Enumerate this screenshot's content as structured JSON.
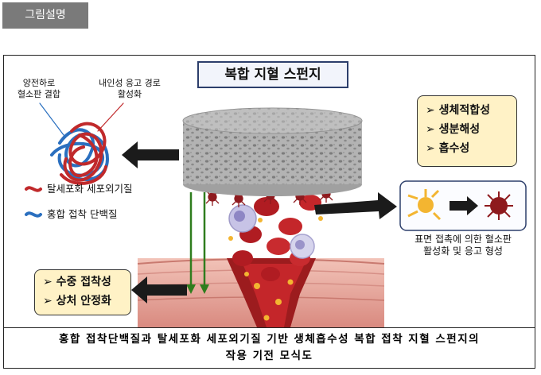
{
  "header": {
    "tag": "그림설명"
  },
  "figure": {
    "title": "복합 지혈 스펀지",
    "label_left_1": "양전하로\n혈소판 결합",
    "label_left_2": "내인성 응고 경로\n활성화",
    "legend_1": "탈세포화 세포외기질",
    "legend_2": "홍합 접착 단백질",
    "properties_right": [
      "➢ 생체적합성",
      "➢ 생분해성",
      "➢ 흡수성"
    ],
    "properties_left": [
      "➢ 수중 접착성",
      "➢ 상처 안정화"
    ],
    "platelet_caption": "표면 접촉에 의한 혈소판\n활성화 및 응고 형성",
    "caption_line1": "홍합 접착단백질과 탈세포화 세포외기질 기반 생체흡수성 복합 접착 지혈 스펀지의",
    "caption_line2": "작용 기전 모식도"
  },
  "colors": {
    "ecm_red": "#c0292b",
    "mussel_blue": "#2a6fbf",
    "prop_fill": "#fff2c6",
    "sponge_gray": "#a9a9a9",
    "arrow_green": "#2f7d1e",
    "tissue_pink": "#e9a49a",
    "blood_red": "#b01c22"
  }
}
